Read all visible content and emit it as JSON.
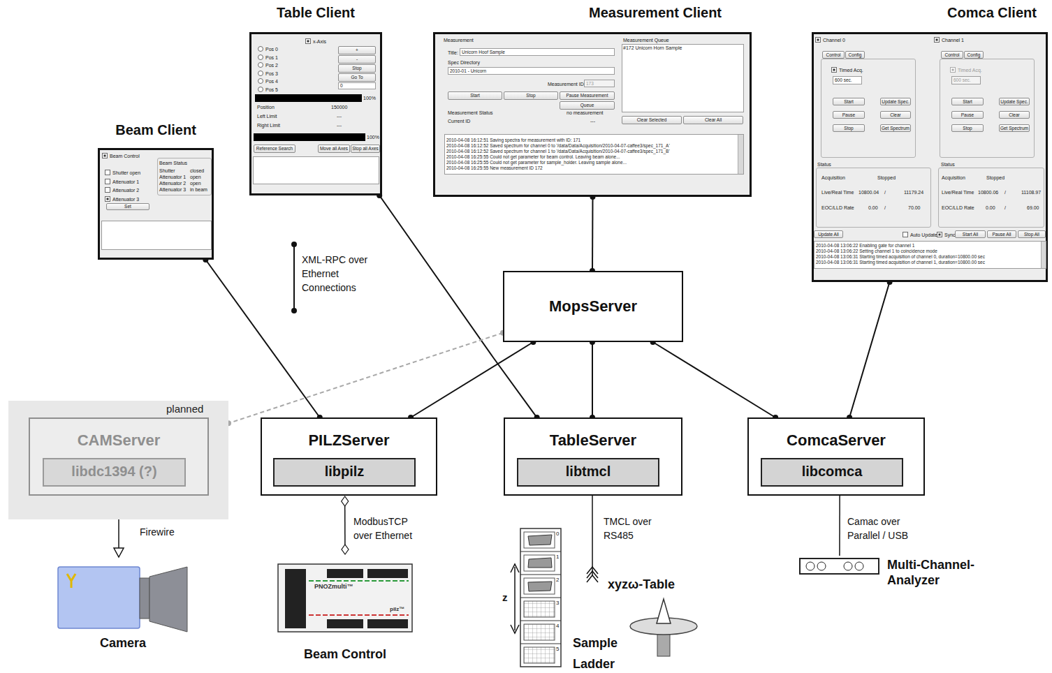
{
  "diagram": {
    "nodes": [
      {
        "text": [
          "Beam Client"
        ]
      },
      {
        "text": [
          "Table Client"
        ]
      },
      {
        "text": [
          "Measurement Client"
        ]
      },
      {
        "text": [
          "Comca Client"
        ]
      },
      {
        "text": [
          "MopsServer"
        ]
      },
      {
        "text": [
          "planned"
        ]
      },
      {
        "text": [
          "CAMServer"
        ],
        "in": 5
      },
      {
        "text": [
          "libdc1394 (?)"
        ],
        "in": 6
      },
      {
        "text": [
          "PILZServer"
        ]
      },
      {
        "text": [
          "libpilz"
        ],
        "in": 8
      },
      {
        "text": [
          "TableServer"
        ]
      },
      {
        "text": [
          "libtmcl"
        ],
        "in": 10
      },
      {
        "text": [
          "ComcaServer"
        ]
      },
      {
        "text": [
          "libcomca"
        ],
        "in": 12
      },
      {
        "text": [
          "Multi-Channel- Analyzer"
        ]
      },
      {
        "text": [
          "Camera"
        ]
      },
      {
        "text": [
          "PNOZmulti™",
          "pilz™",
          "Beam Control"
        ]
      },
      {
        "text": [
          "Sample Ladder"
        ]
      },
      {
        "text": [
          "xyzω-Table"
        ]
      }
    ],
    "edges": [
      {
        "from": 0,
        "to": 8,
        "arrow": "none"
      },
      {
        "from": 1,
        "to": 10,
        "arrow": "none"
      },
      {
        "from": 2,
        "to": 4,
        "arrow": "none"
      },
      {
        "from": 3,
        "to": 12,
        "arrow": "none"
      },
      {
        "from": 4,
        "to": 8,
        "arrow": "none"
      },
      {
        "from": 4,
        "to": 10,
        "arrow": "none"
      },
      {
        "from": 4,
        "to": 12,
        "arrow": "none"
      },
      {
        "from": 4,
        "to": 5,
        "arrow": "none"
      },
      {
        "from": 6,
        "to": 15,
        "label": "Firewire",
        "arrow": "both"
      },
      {
        "from": 8,
        "to": 16,
        "label": "ModbusTCP over Ethernet",
        "arrow": "both"
      },
      {
        "from": 10,
        "to": 18,
        "label": "TMCL over RS485",
        "arrow": "none"
      },
      {
        "from": 12,
        "to": 14,
        "label": "Camac over Parallel / USB",
        "arrow": "none"
      }
    ],
    "labels": [
      "Beam Control",
      "Beam Status",
      "Shutter open",
      "Attenuator 1",
      "Attenuator 2",
      "Attenuator 3",
      "Set",
      "Shutter",
      "closed",
      "Attenuator 1",
      "open",
      "Attenuator 2",
      "open",
      "Attenuator 3",
      "in beam",
      "x-Axis",
      "Pos 0",
      "Pos 1",
      "Pos 2",
      "Pos 3",
      "Pos 4",
      "Pos 5",
      "+",
      "-",
      "Stop",
      "Go To",
      "0",
      "100%",
      "Position",
      "150000",
      "Left Limit",
      "---",
      "Right Limit",
      "---",
      "100%",
      "Reference Search",
      "Move all Axes",
      "Stop all Axes",
      "Measurement",
      "Title:",
      "Unicorn Hoof Sample",
      "Spec Directory",
      "2010-01 - Unicorn",
      "Measurement ID:",
      "173",
      "Start",
      "Stop",
      "Pause Measurement",
      "Queue",
      "Measurement Status",
      "no measurement",
      "Current ID",
      "---",
      "Measurement Queue",
      "#172 Unicorn Horn Sample",
      "Clear Selected",
      "Clear All",
      "2010-04-08 16:12:51 Saving spectra for measurement with ID: 171",
      "2010-04-08 16:12:52 Saved spectrum for channel 0 to '/data/Data/Acquisition/2010-04-07-caffee3/spec_171_A'",
      "2010-04-08 16:12:52 Saved spectrum for channel 1 to '/data/Data/Acquisition/2010-04-07-caffee3/spec_171_B'",
      "2010-04-08 16:25:55 Could not get parameter for beam control. Leaving beam alone...",
      "2010-04-08 16:25:55 Could not get parameter for sample_holder. Leaving sample alone...",
      "2010-04-08 16:25:55 New measurement ID 172",
      "Channel 0",
      "Control",
      "Config",
      "Timed Acq.",
      "600 sec.",
      "Start",
      "Update Spec.",
      "Pause",
      "Clear",
      "Stop",
      "Get Spectrum",
      "Status",
      "Acquisition",
      "Stopped",
      "Live/Real Time",
      "10800.04",
      "/",
      "11179.24",
      "EOC/LLD Rate",
      "0.00",
      "/",
      "70.00",
      "Channel 1",
      "Control",
      "Config",
      "Timed Acq.",
      "600 sec.",
      "Start",
      "Update Spec.",
      "Pause",
      "Clear",
      "Stop",
      "Get Spectrum",
      "Status",
      "Acquisition",
      "Stopped",
      "Live/Real Time",
      "10800.06",
      "/",
      "11108.97",
      "EOC/LLD Rate",
      "0.00",
      "/",
      "69.00",
      "Update All",
      "Auto Update",
      "Sync",
      "Start All",
      "Pause All",
      "Stop All",
      "2010-04-08 13:06:22 Enabling gate for channel 1",
      "2010-04-08 13:06:22 Setting channel 1 to coincidence mode",
      "2010-04-08 13:06:31 Starting timed acquisition of channel 0, duration=10800.00 sec",
      "2010-04-08 13:06:31 Starting timed acquisition of channel 1, duration=10800.00 sec",
      "0",
      "1",
      "2",
      "3",
      "4",
      "5",
      "z"
    ],
    "legend": [
      {
        "text": "XML-RPC over Ethernet Connections"
      }
    ]
  }
}
